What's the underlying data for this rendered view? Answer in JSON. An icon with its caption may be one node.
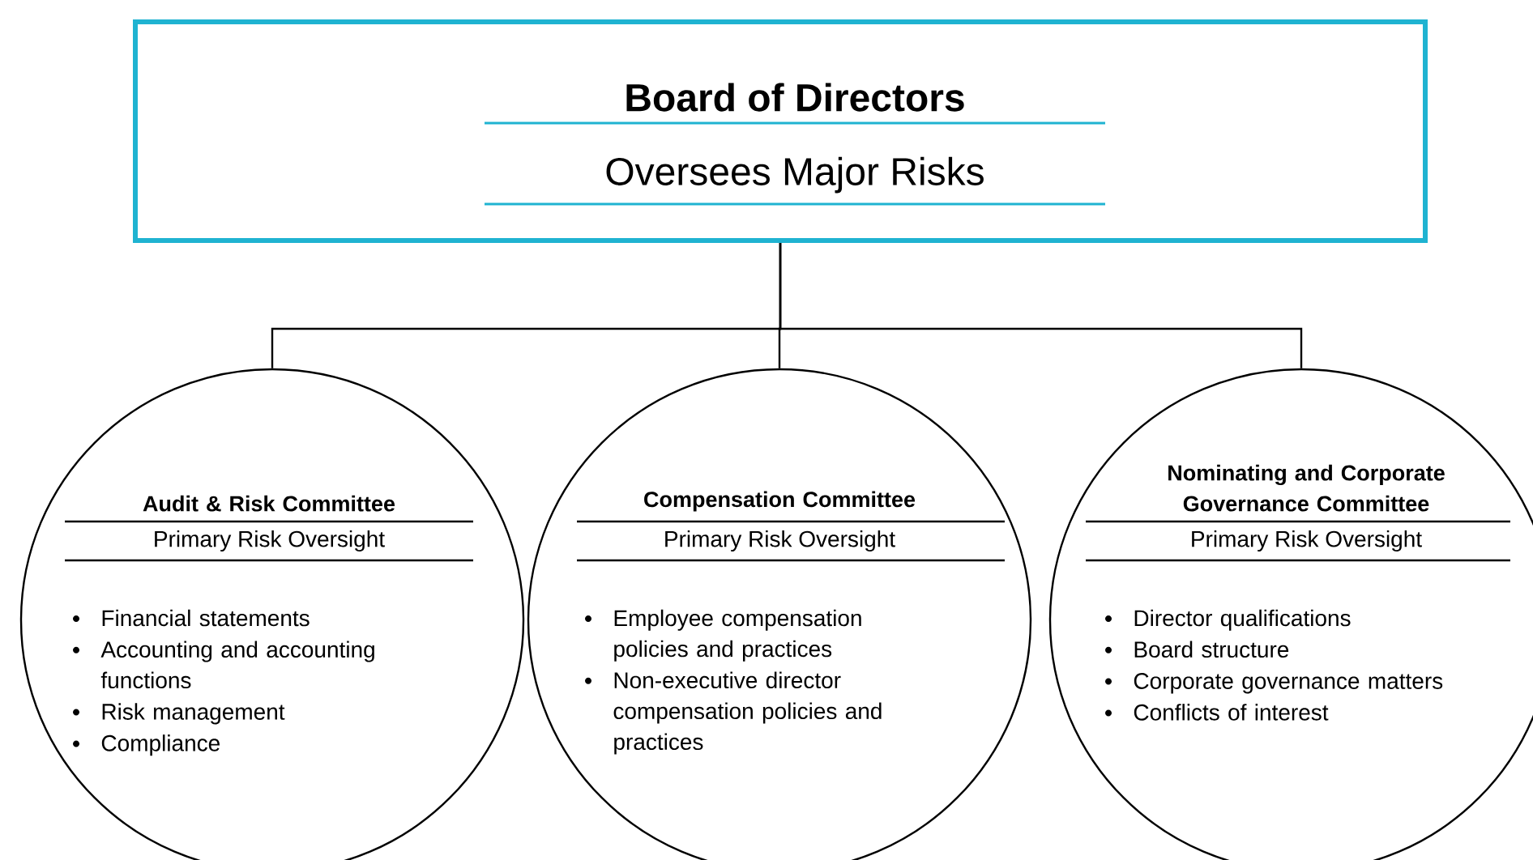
{
  "diagram": {
    "nodes": [
      {
        "text": [
          "Board of Directors",
          "Oversees Major Risks"
        ]
      },
      {
        "text": [
          "Audit & Risk Committee",
          "Primary Risk Oversight",
          "Financial statements",
          "Accounting and accounting functions",
          "Risk management",
          "Compliance"
        ]
      },
      {
        "text": [
          "Compensation Committee",
          "Primary Risk Oversight",
          "Employee compensation policies and practices",
          "Non-executive director compensation policies and practices"
        ]
      },
      {
        "text": [
          "Nominating and Corporate Governance Committee",
          "Primary Risk Oversight",
          "Director qualifications",
          "Board structure",
          "Corporate governance matters",
          "Conflicts of interest"
        ]
      }
    ],
    "edges": [
      {
        "from": 0,
        "to": 1,
        "arrow": "none"
      },
      {
        "from": 0,
        "to": 2,
        "arrow": "none"
      },
      {
        "from": 0,
        "to": 3,
        "arrow": "none"
      }
    ]
  }
}
